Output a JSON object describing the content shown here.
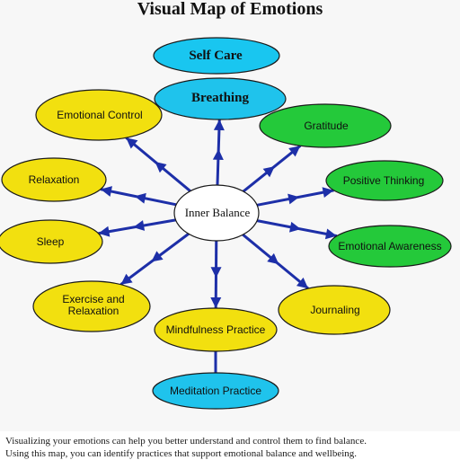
{
  "title": "Visual Map of Emotions",
  "center": {
    "label": "Inner Balance",
    "color": "#ffffff"
  },
  "nodes": [
    {
      "id": "top-outer",
      "label": "Self Care",
      "color": "#19c6f0"
    },
    {
      "id": "top-inner",
      "label": "Breathing",
      "color": "#1fc3ec"
    },
    {
      "id": "left-1",
      "label": "Emotional Control",
      "color": "#f2e00f"
    },
    {
      "id": "left-2",
      "label": "Relaxation",
      "color": "#f2e00f"
    },
    {
      "id": "left-3",
      "label": "Sleep",
      "color": "#f2e00f"
    },
    {
      "id": "left-4",
      "label": "Exercise and Relaxation",
      "color": "#f2e00f"
    },
    {
      "id": "bottom-inner",
      "label": "Mindfulness Practice",
      "color": "#f2e00f"
    },
    {
      "id": "bottom-outer",
      "label": "Meditation Practice",
      "color": "#1fc3ec"
    },
    {
      "id": "right-1",
      "label": "Gratitude",
      "color": "#24c93a"
    },
    {
      "id": "right-2",
      "label": "Positive Thinking",
      "color": "#24c93a"
    },
    {
      "id": "right-3",
      "label": "Emotional Awareness",
      "color": "#24c93a"
    },
    {
      "id": "right-4",
      "label": "Journaling",
      "color": "#f2e00f"
    }
  ],
  "colors": {
    "arrow": "#1d2fa8",
    "outline": "#1a1a1a",
    "background": "#f7f7f7"
  },
  "caption": {
    "line1": "Visualizing your emotions can help you better understand and control them to find balance.",
    "line2": "Using this map, you can identify practices that support emotional balance and wellbeing."
  }
}
